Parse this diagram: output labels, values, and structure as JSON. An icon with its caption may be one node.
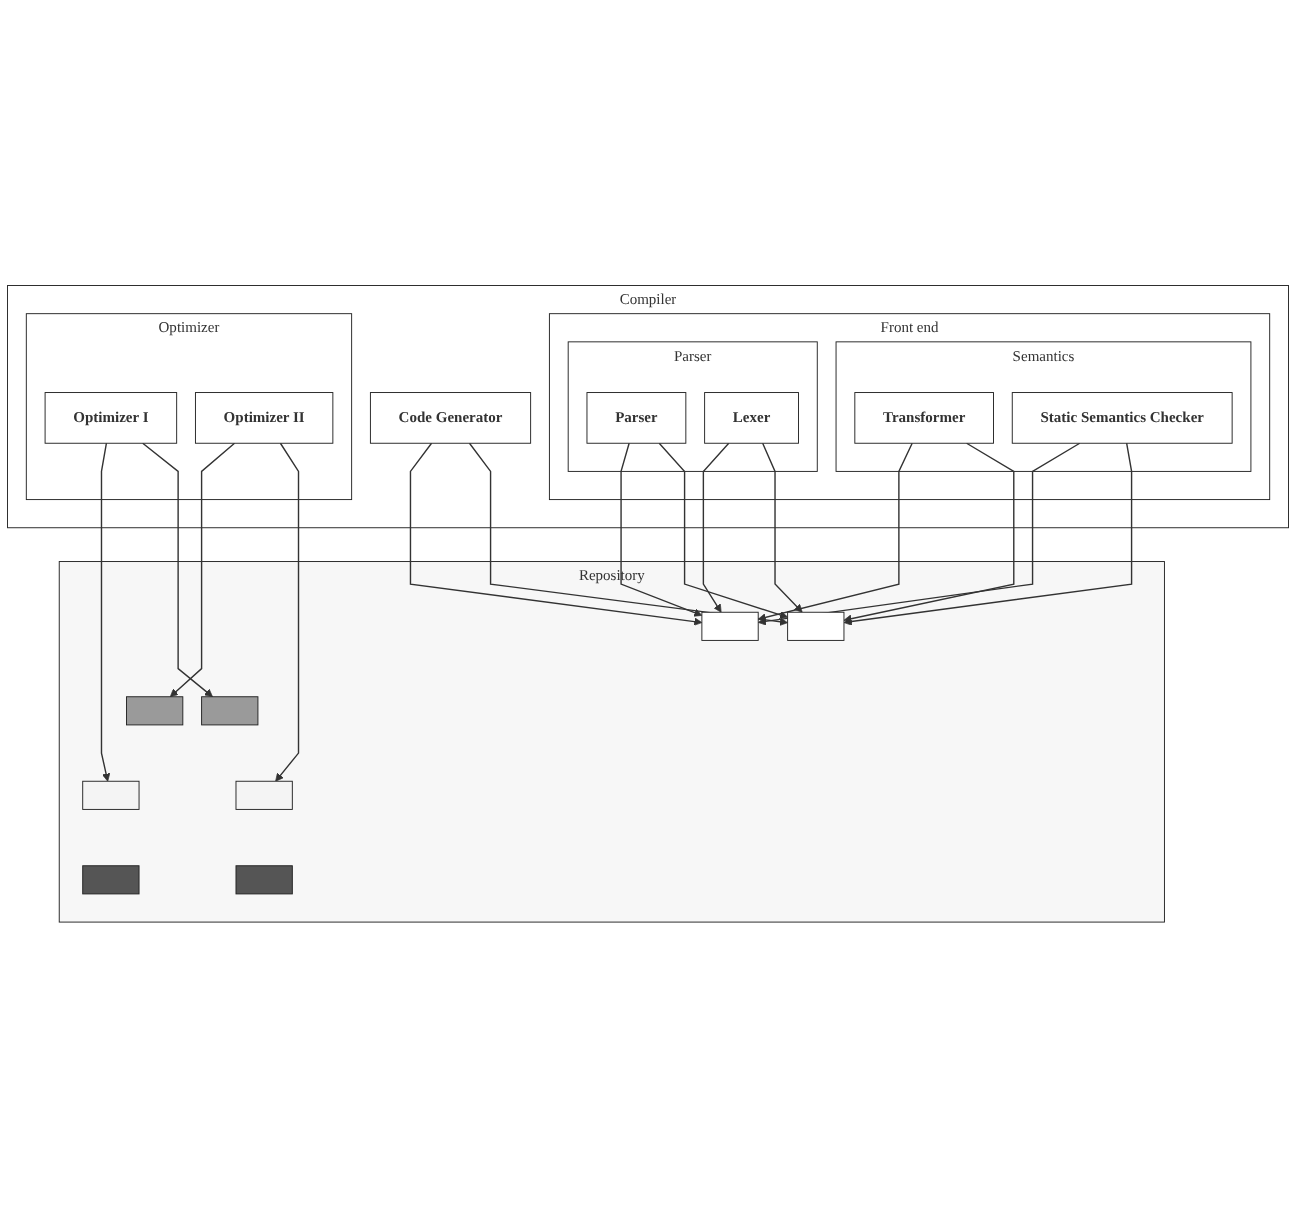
{
  "diagram": {
    "nodes": [
      {
        "text": [
          "Compiler"
        ]
      },
      {
        "text": [
          "Front end"
        ],
        "in": 0
      },
      {
        "text": [
          "Semantics"
        ],
        "in": 1
      },
      {
        "text": [
          "Transformer"
        ],
        "in": 2
      },
      {
        "text": [
          "Static Semantics Checker"
        ],
        "in": 2
      },
      {
        "text": [
          "Parser"
        ],
        "in": 1
      },
      {
        "text": [
          "Parser"
        ],
        "in": 5
      },
      {
        "text": [
          "Lexer"
        ],
        "in": 5
      },
      {
        "text": [
          "Optimizer"
        ],
        "in": 0
      },
      {
        "text": [
          "Optimizer I"
        ],
        "in": 8
      },
      {
        "text": [
          "Optimizer II"
        ],
        "in": 8
      },
      {
        "text": [
          "Code Generator"
        ],
        "in": 0
      },
      {
        "text": [
          "Repository"
        ]
      },
      {
        "text": [],
        "shape": "box",
        "in": 12
      },
      {
        "text": [],
        "shape": "box",
        "in": 12
      },
      {
        "text": [],
        "shape": "box",
        "in": 12
      },
      {
        "text": [],
        "shape": "box",
        "in": 12
      },
      {
        "text": [],
        "shape": "box",
        "in": 12
      },
      {
        "text": [],
        "shape": "box",
        "in": 12
      },
      {
        "text": [],
        "shape": "box",
        "in": 12
      },
      {
        "text": [],
        "shape": "box",
        "in": 12
      }
    ],
    "edges": [
      {
        "from": 7,
        "to": 13,
        "arrow": "to"
      },
      {
        "from": 7,
        "to": 17,
        "arrow": "to"
      },
      {
        "from": 6,
        "to": 13,
        "arrow": "to"
      },
      {
        "from": 6,
        "to": 17,
        "arrow": "to"
      },
      {
        "from": 4,
        "to": 13,
        "arrow": "to"
      },
      {
        "from": 4,
        "to": 17,
        "arrow": "to"
      },
      {
        "from": 3,
        "to": 13,
        "arrow": "to"
      },
      {
        "from": 3,
        "to": 17,
        "arrow": "to"
      },
      {
        "from": 9,
        "to": 15,
        "arrow": "to"
      },
      {
        "from": 9,
        "to": 18,
        "arrow": "to"
      },
      {
        "from": 10,
        "to": 14,
        "arrow": "to"
      },
      {
        "from": 10,
        "to": 19,
        "arrow": "to"
      },
      {
        "from": 11,
        "to": 13,
        "arrow": "to"
      },
      {
        "from": 11,
        "to": 17,
        "arrow": "to"
      }
    ]
  }
}
